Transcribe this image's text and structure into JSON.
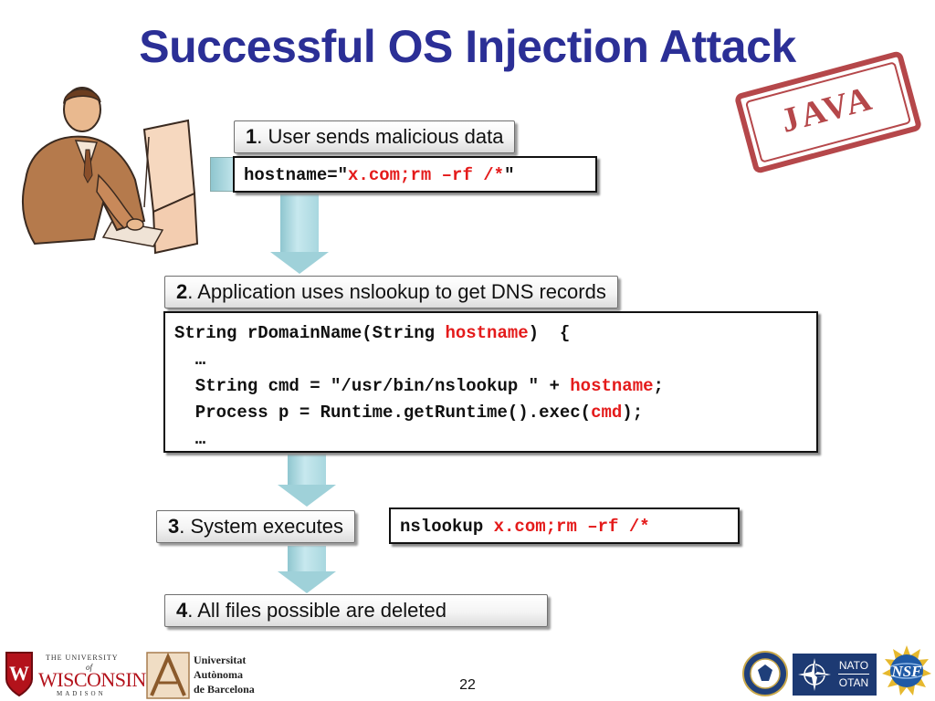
{
  "slide": {
    "title": "Successful OS Injection Attack",
    "page_number": "22",
    "stamp_text": "JAVA"
  },
  "steps": [
    {
      "num": "1",
      "text": ". User sends malicious data"
    },
    {
      "num": "2",
      "text": ". Application uses nslookup to get DNS records"
    },
    {
      "num": "3",
      "text": ". System executes"
    },
    {
      "num": "4",
      "text": ". All files possible are deleted"
    }
  ],
  "code1": {
    "prefix": "hostname=\"",
    "payload": "x.com;rm –rf /*",
    "suffix": "\""
  },
  "code2": {
    "l1a": "String rDomainName(String ",
    "l1b": "hostname",
    "l1c": ")  {",
    "l2": "  …",
    "l3a": "  String cmd = \"/usr/bin/nslookup \" + ",
    "l3b": "hostname",
    "l3c": ";",
    "l4a": "  Process p = Runtime.getRuntime().exec(",
    "l4b": "cmd",
    "l4c": ");",
    "l5": "  …"
  },
  "code3": {
    "cmd": "nslookup ",
    "payload": "x.com;rm –rf /*"
  },
  "logos": {
    "wisc_top": "THE UNIVERSITY",
    "wisc_of": "of",
    "wisc_name": "WISCONSIN",
    "wisc_bottom": "MADISON",
    "uab_l1": "Universitat",
    "uab_l2": "Autònoma",
    "uab_l3": "de Barcelona",
    "nato_l1": "NATO",
    "nato_l2": "OTAN",
    "nsf": "NSF"
  },
  "colors": {
    "title": "#2b2f96",
    "payload": "#e41b1b",
    "arrow": "#a8d7df"
  }
}
